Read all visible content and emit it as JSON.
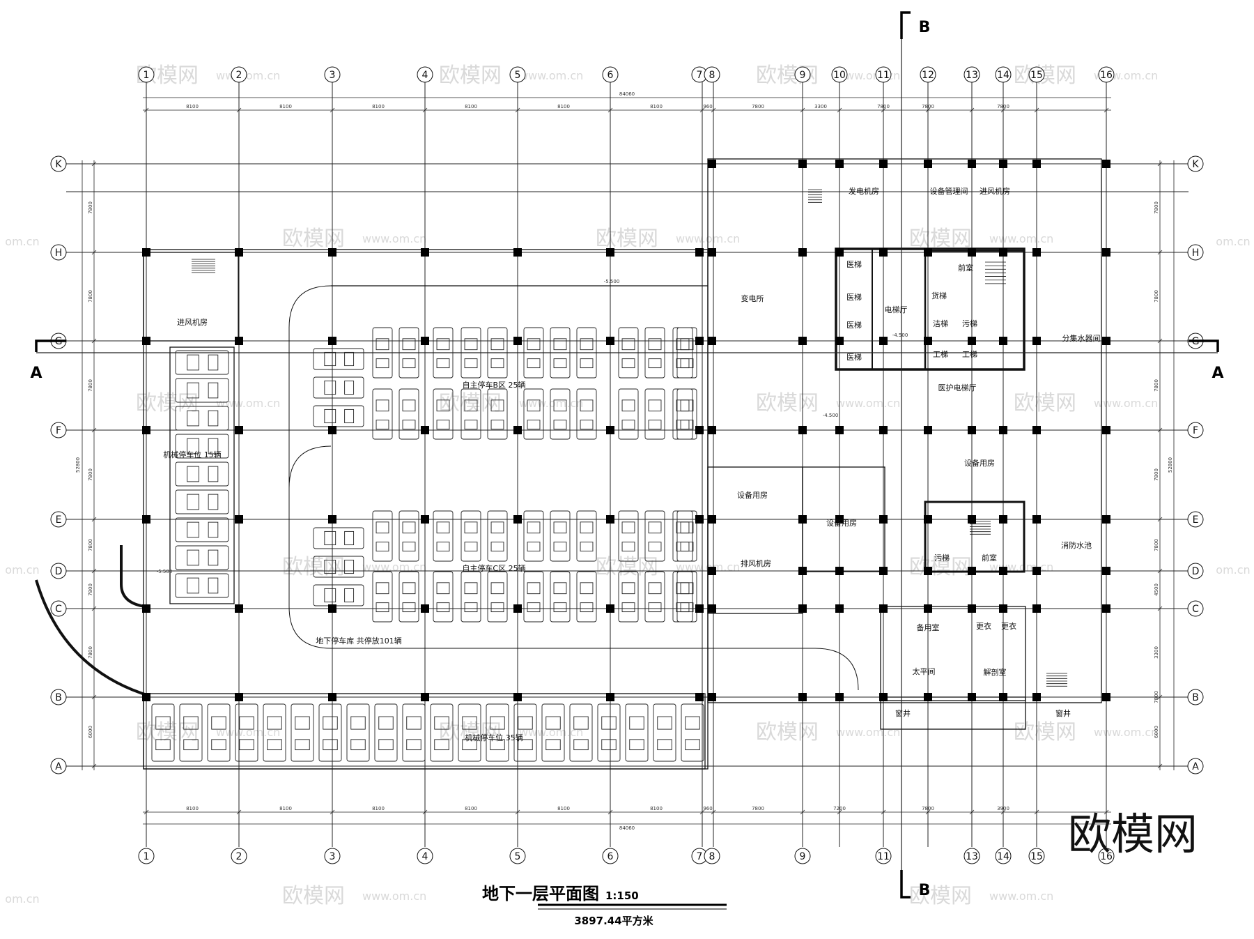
{
  "drawing": {
    "title": "地下一层平面图",
    "scale": "1:150",
    "area": "3897.44平方米",
    "brand": "欧模网",
    "watermark_text": "欧模网",
    "watermark_url": "www.om.cn",
    "watermark_edge": "om.cn"
  },
  "grid": {
    "columns": [
      "1",
      "2",
      "3",
      "4",
      "5",
      "6",
      "7",
      "8",
      "9",
      "10",
      "11",
      "12",
      "13",
      "14",
      "15",
      "16"
    ],
    "rows": [
      "K",
      "H",
      "G",
      "F",
      "E",
      "D",
      "C",
      "B",
      "A"
    ]
  },
  "sections": {
    "a": "A",
    "b": "B"
  },
  "dimensions": {
    "top_total": "84060",
    "top": [
      "8100",
      "8100",
      "8100",
      "8100",
      "8100",
      "8100",
      "960",
      "7800",
      "3300",
      "7800",
      "7800",
      "7800"
    ],
    "bottom_total": "84060",
    "bottom": [
      "8100",
      "8100",
      "8100",
      "8100",
      "8100",
      "8100",
      "960",
      "7800",
      "7200",
      "7800",
      "3900"
    ],
    "left_total": "52800",
    "right_total": "52800",
    "side": [
      "7800",
      "7800",
      "7800",
      "7800",
      "7800",
      "7800",
      "7800",
      "6000"
    ],
    "side_right": [
      "7800",
      "7800",
      "7800",
      "7800",
      "7800",
      "4500",
      "3300",
      "7800",
      "6000"
    ]
  },
  "levels": {
    "ramp": "-5.500",
    "lobby": "-4.500",
    "floor": "-4.500"
  },
  "rooms": {
    "intake_fan_left": "进风机房",
    "mech_parking_left": "机械停车位 15辆",
    "zone_b": "自主停车B区 25辆",
    "zone_c": "自主停车C区 25辆",
    "garage_total": "地下停车库 共停放101辆",
    "mech_parking_bottom": "机械停车位 35辆",
    "substation": "变电所",
    "equip_room_1": "设备用房",
    "equip_room_2": "设备用房",
    "equip_room_3": "设备用房",
    "smoke_exhaust": "排风机房",
    "generator": "发电机房",
    "equip_mgmt": "设备管理间",
    "intake_fan_right": "进风机房",
    "elevator_hall": "电梯厅",
    "elevator": "医梯",
    "front_room": "前室",
    "freight": "货梯",
    "clean": "洁梯",
    "dirty": "污梯",
    "staff": "工梯",
    "medical_elevator_hall": "医护电梯厅",
    "water_room": "分集水器间",
    "fire_pool": "消防水池",
    "sewage": "污梯",
    "front_room_2": "前室",
    "spare": "备用室",
    "change_1": "更衣",
    "change_2": "更衣",
    "mortuary": "太平间",
    "autopsy": "解剖室",
    "window_well_1": "窗井",
    "window_well_2": "窗井"
  }
}
